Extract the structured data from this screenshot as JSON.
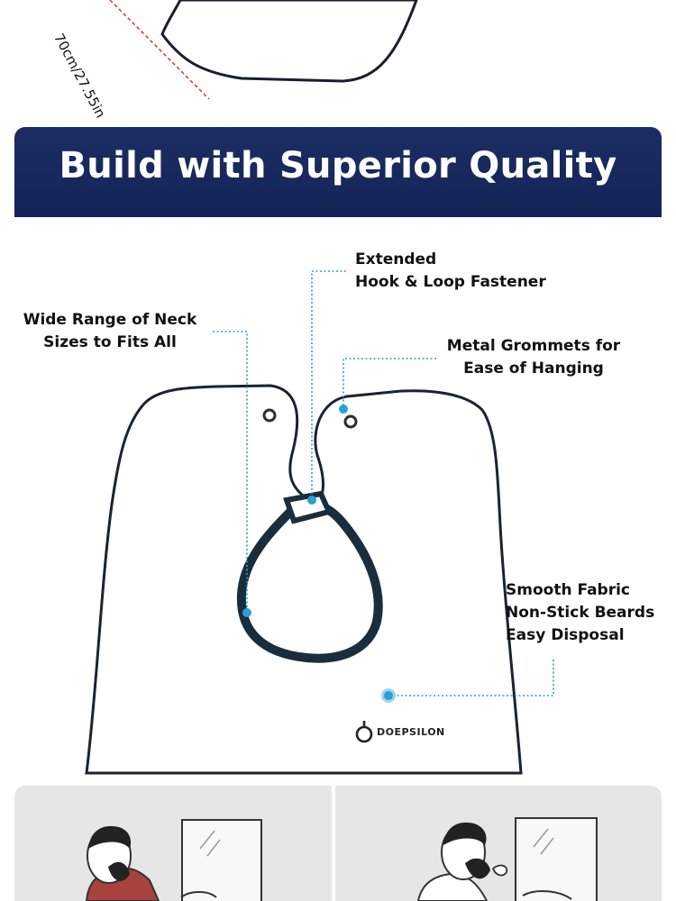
{
  "top_dimension": {
    "label": "70cm/27.55in"
  },
  "banner": {
    "title": "Build with Superior Quality"
  },
  "callouts": {
    "hook_loop": [
      "Extended",
      "Hook & Loop Fastener"
    ],
    "neck_sizes": [
      "Wide Range of Neck",
      "Sizes to Fits All"
    ],
    "grommets": [
      "Metal Grommets for",
      "Ease of Hanging"
    ],
    "smooth_fabric": [
      "Smooth Fabric",
      "Non-Stick Beards",
      "Easy Disposal"
    ]
  },
  "brand": {
    "name": "DOEPSILON"
  },
  "colors": {
    "banner": "#1b2d63",
    "bib_border": "#1a2430",
    "leader_dots": "#2a9fd8",
    "dimension_line": "#d9332b"
  }
}
